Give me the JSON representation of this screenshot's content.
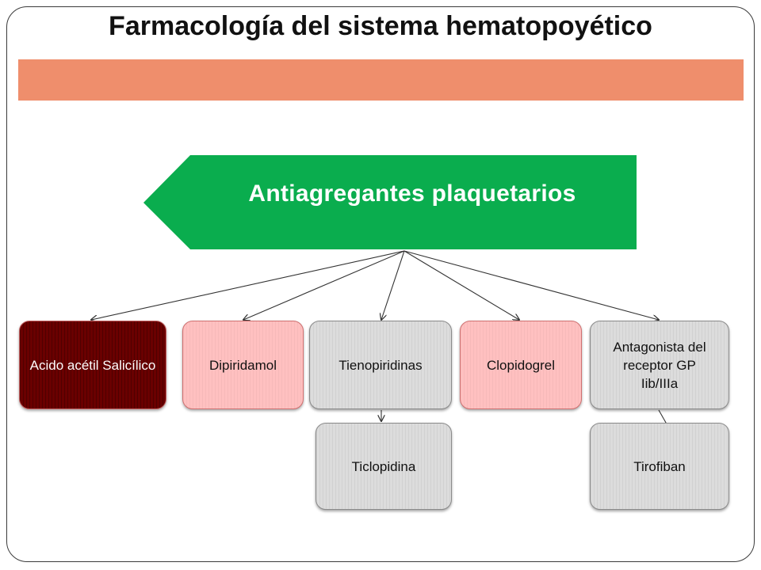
{
  "title": "Farmacología del sistema hematopoyético",
  "banner": "Antiagregantes plaquetarios",
  "nodes": {
    "aas": "Acido acétil Salicílico",
    "dipiridamol": "Dipiridamol",
    "tienopiridinas": "Tienopiridinas",
    "clopidogrel": "Clopidogrel",
    "antagonista": "Antagonista del receptor GP Iib/IIIa",
    "ticlopidina": "Ticlopidina",
    "tirofiban": "Tirofiban"
  },
  "colors": {
    "band": "#ef8e6c",
    "banner": "#0aad4e",
    "maroon_node": "#6a0000",
    "pink_node": "#ffc0c0",
    "gray_node": "#dcdcdc"
  }
}
